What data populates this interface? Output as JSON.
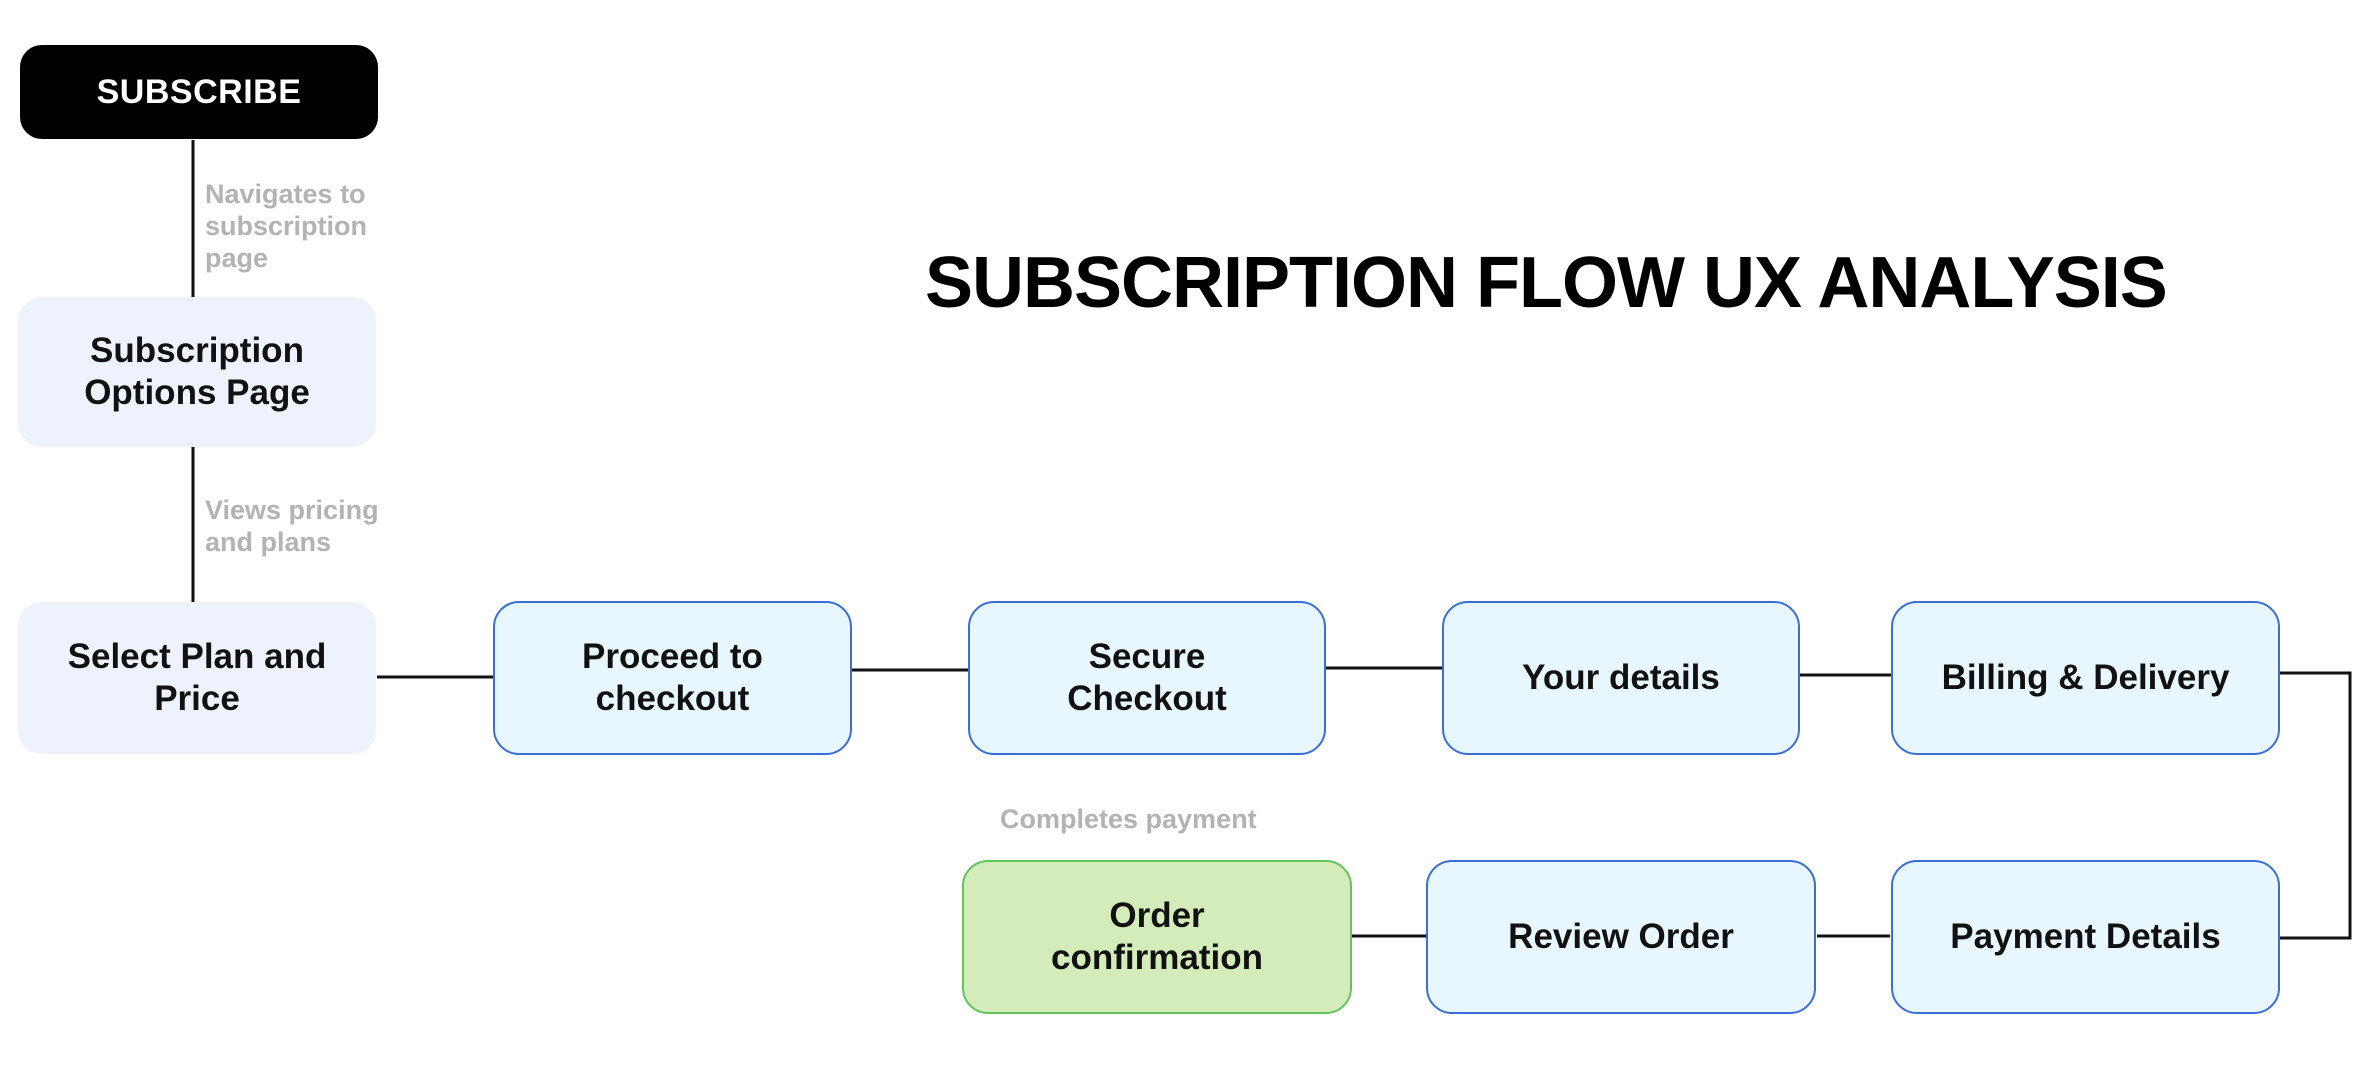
{
  "diagram": {
    "title": "SUBSCRIPTION FLOW UX ANALYSIS",
    "nodes": {
      "subscribe": "SUBSCRIBE",
      "subscription_options": "Subscription Options Page",
      "select_plan": "Select Plan and Price",
      "proceed_checkout": "Proceed to checkout",
      "secure_checkout": "Secure Checkout",
      "your_details": "Your details",
      "billing_delivery": "Billing & Delivery",
      "payment_details": "Payment Details",
      "review_order": "Review Order",
      "order_confirmation": "Order confirmation"
    },
    "edge_labels": {
      "navigates": "Navigates to subscription page",
      "views_pricing": "Views pricing and plans",
      "completes_payment": "Completes payment"
    },
    "colors": {
      "start_node": "#000000",
      "page_node": "#eef2fc",
      "step_node_fill": "#e8f6fd",
      "step_node_border": "#3a6fd8",
      "final_node_fill": "#d3ecb9",
      "final_node_border": "#63c25b",
      "connector": "#111111",
      "edge_label": "#b3b3b3"
    }
  }
}
